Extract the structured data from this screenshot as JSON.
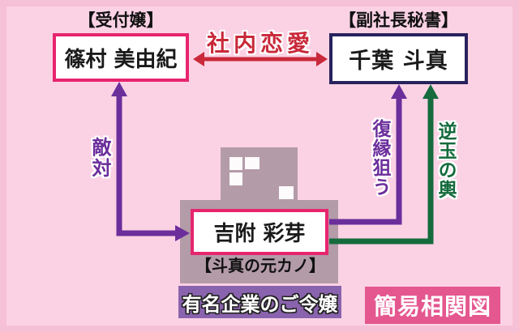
{
  "page": {
    "bg_color": "#fbd2e4",
    "frame_color": "#f6c0d7",
    "building_color": "#b49ba8"
  },
  "people": {
    "receptionist": {
      "role_label": "【受付嬢】",
      "name": "篠村 美由紀",
      "border_color": "#e7256e"
    },
    "secretary": {
      "role_label": "【副社長秘書】",
      "name": "千葉 斗真",
      "border_color": "#28235d"
    },
    "ex_girlfriend": {
      "name": "吉附 彩芽",
      "role_label": "【斗真の元カノ】",
      "border_color": "#e7256e",
      "tag": "有名企業のご令嬢",
      "tag_bg": "#8a63ae"
    }
  },
  "relations": {
    "office_romance": {
      "label": "社内恋愛",
      "color": "#c9293a",
      "from": "篠村 美由紀",
      "to": "千葉 斗真",
      "bidirectional": true
    },
    "rivalry": {
      "label": "敵対",
      "color": "#6b2e9b",
      "from": "篠村 美由紀",
      "to": "吉附 彩芽",
      "bidirectional": true
    },
    "rekindle": {
      "label": "復縁狙う",
      "color": "#6b2e9b",
      "from": "吉附 彩芽",
      "to": "千葉 斗真",
      "bidirectional": false
    },
    "gyakutama": {
      "label": "逆玉の輿",
      "color": "#156b3d",
      "from": "吉附 彩芽",
      "to": "千葉 斗真",
      "bidirectional": false
    }
  },
  "title_badge": {
    "label": "簡易相関図",
    "bg": "#e4578f"
  }
}
